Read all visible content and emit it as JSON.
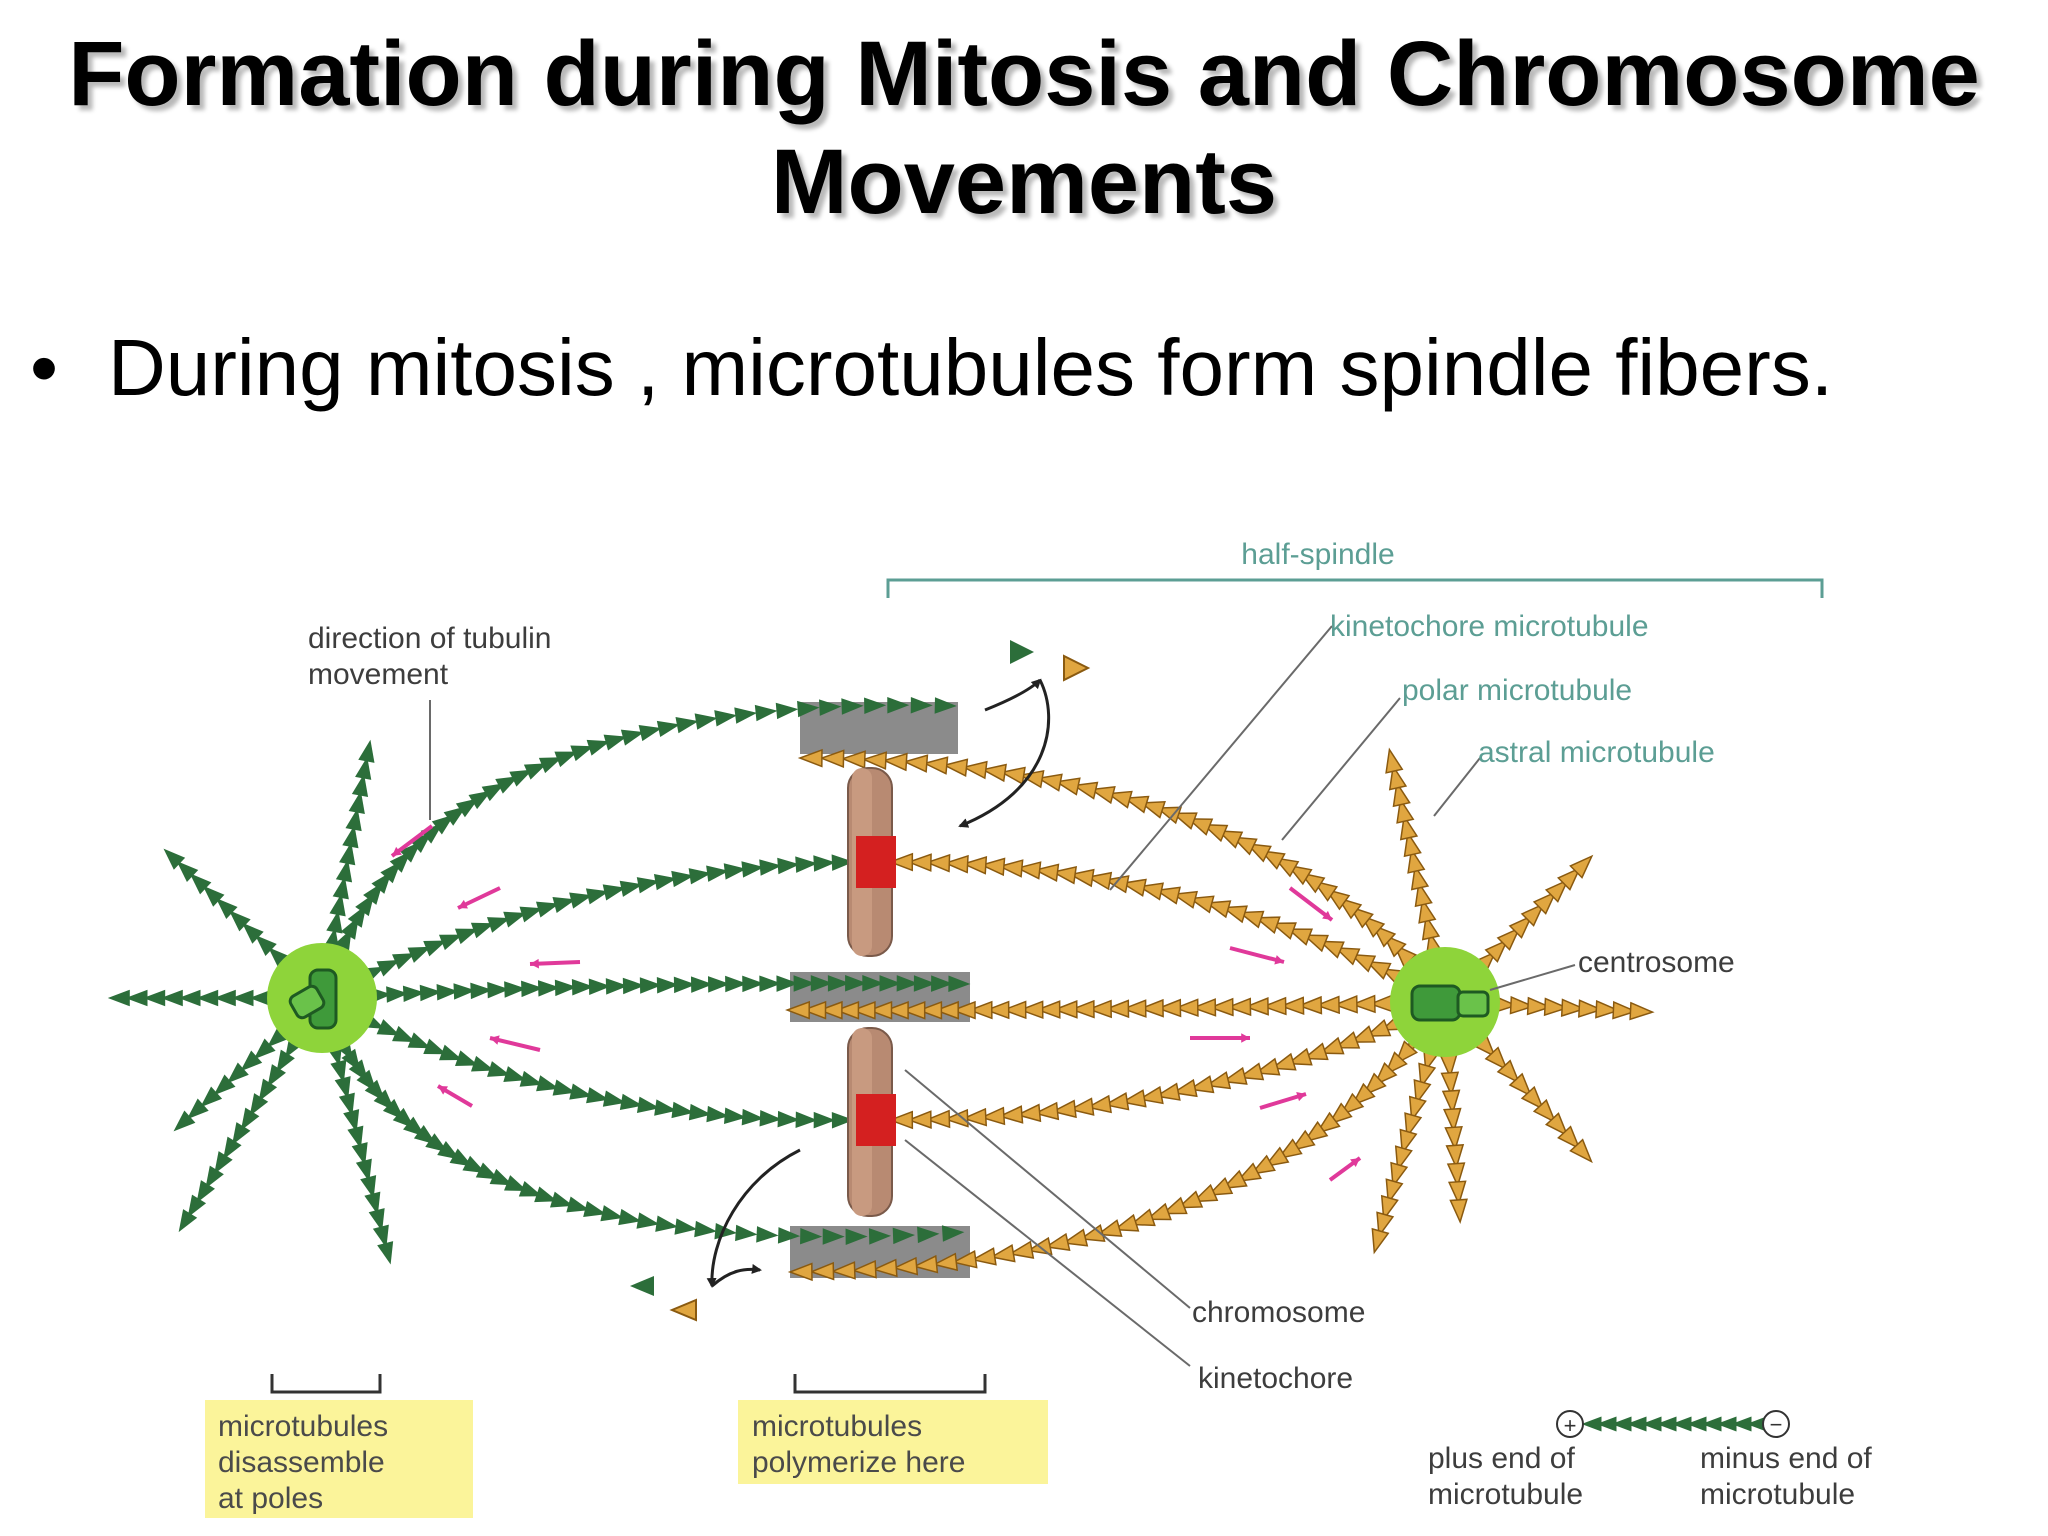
{
  "slide": {
    "title_line1": "Formation during Mitosis and Chromosome",
    "title_line2": "Movements",
    "bullet_symbol": "•",
    "bullet_text": "During mitosis , microtubules form spindle fibers."
  },
  "diagram": {
    "labels": {
      "half_spindle": "half-spindle",
      "direction_line1": "direction of tubulin",
      "direction_line2": "movement",
      "kinetochore_microtubule": "kinetochore microtubule",
      "polar_microtubule": "polar microtubule",
      "astral_microtubule": "astral microtubule",
      "centrosome": "centrosome",
      "chromosome": "chromosome",
      "kinetochore": "kinetochore",
      "disassemble_line1": "microtubules",
      "disassemble_line2": "disassemble",
      "disassemble_line3": "at poles",
      "polymerize_line1": "microtubules",
      "polymerize_line2": "polymerize here",
      "plus_end_line1": "plus end of",
      "plus_end_line2": "microtubule",
      "minus_end_line1": "minus end of",
      "minus_end_line2": "microtubule",
      "plus_symbol": "+",
      "minus_symbol": "−"
    },
    "colors": {
      "green_microtubule": "#2c6e3a",
      "orange_microtubule": "#e0a640",
      "centrosome_green": "#8ed43a",
      "chromosome": "#b88a72",
      "kinetochore": "#d42020",
      "arrow_pink": "#e0399a",
      "label_box": "#fbf49a",
      "leader_gray": "#6a6a6a",
      "half_spindle_teal": "#5c9e94"
    }
  }
}
